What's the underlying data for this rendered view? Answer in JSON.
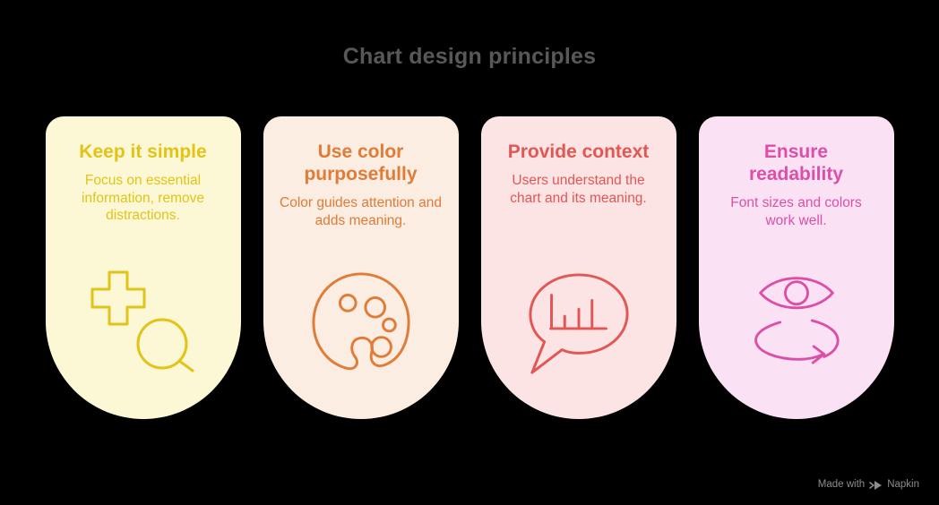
{
  "title": "Chart design principles",
  "colors": {
    "canvas_bg": "#000000",
    "title_color": "#58585A",
    "watermark_color": "#8C8C8C"
  },
  "cards": [
    {
      "heading": "Keep it simple",
      "body": "Focus on essential information, remove distractions.",
      "icon": "plus-magnifier-icon",
      "bg_color": "#FCF8D5",
      "accent_color": "#E2C318"
    },
    {
      "heading": "Use color purposefully",
      "body": "Color guides attention and adds meaning.",
      "icon": "palette-icon",
      "bg_color": "#FBEDE1",
      "accent_color": "#E07B38"
    },
    {
      "heading": "Provide context",
      "body": "Users understand the chart and its meaning.",
      "icon": "chart-speech-bubble-icon",
      "bg_color": "#FBE4E3",
      "accent_color": "#E35654"
    },
    {
      "heading": "Ensure readability",
      "body": "Font sizes and colors work well.",
      "icon": "eye-motion-icon",
      "bg_color": "#FAE2F4",
      "accent_color": "#DD4FA7"
    }
  ],
  "watermark": {
    "prefix": "Made with",
    "brand": "Napkin"
  }
}
